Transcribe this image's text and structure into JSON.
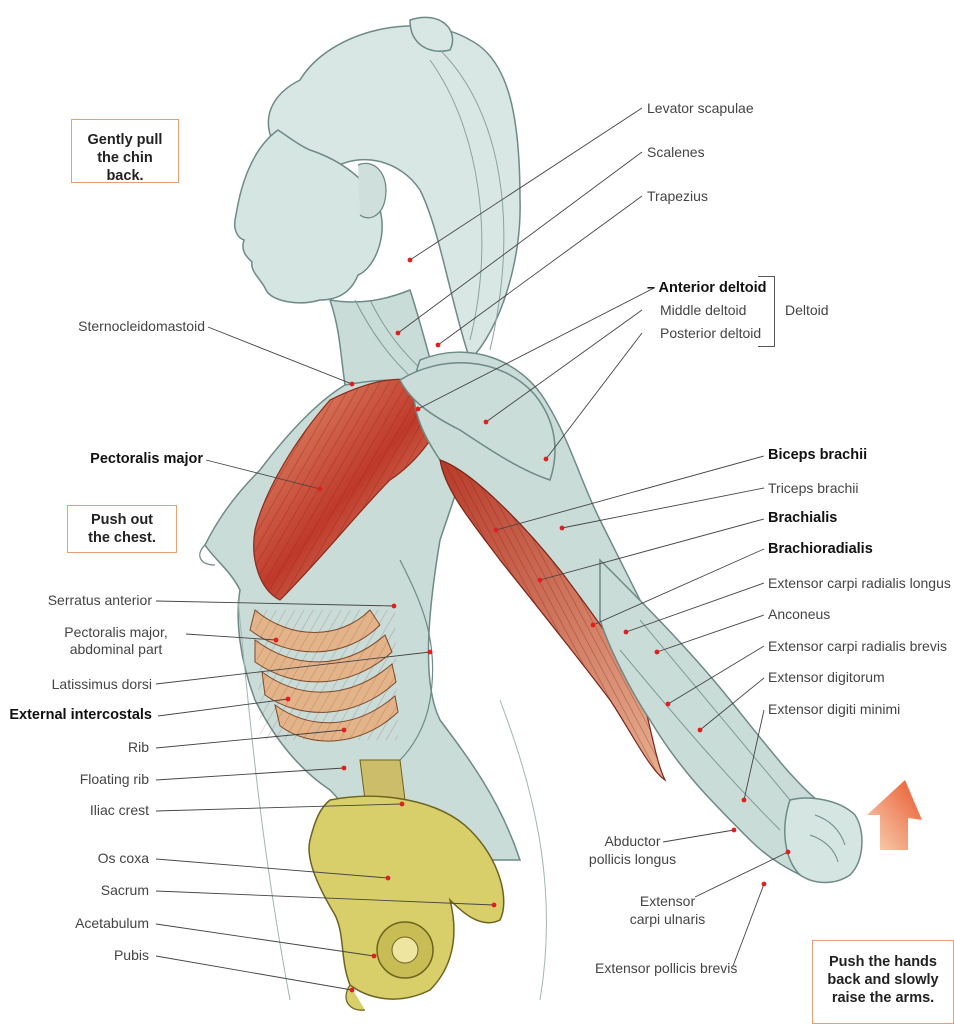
{
  "tips": {
    "chin": [
      "Gently pull",
      "the chin back."
    ],
    "chest": [
      "Push out",
      "the chest."
    ],
    "hands": [
      "Push the hands",
      "back and slowly",
      "raise the arms."
    ]
  },
  "labels": {
    "levator_scapulae": "Levator scapulae",
    "scalenes": "Scalenes",
    "trapezius": "Trapezius",
    "anterior_deltoid": "– Anterior deltoid",
    "middle_deltoid": "Middle deltoid",
    "posterior_deltoid": "Posterior deltoid",
    "deltoid": "Deltoid",
    "sternocleidomastoid": "Sternocleidomastoid",
    "pectoralis_major": "Pectoralis major",
    "biceps_brachii": "Biceps brachii",
    "triceps_brachii": "Triceps brachii",
    "brachialis": "Brachialis",
    "brachioradialis": "Brachioradialis",
    "ext_carpi_rad_longus": "Extensor carpi radialis longus",
    "anconeus": "Anconeus",
    "ext_carpi_rad_brevis": "Extensor carpi radialis brevis",
    "ext_digitorum": "Extensor digitorum",
    "ext_digiti_minimi": "Extensor digiti minimi",
    "serratus_anterior": "Serratus anterior",
    "pect_abdominal_1": "Pectoralis major,",
    "pect_abdominal_2": "abdominal part",
    "latissimus_dorsi": "Latissimus dorsi",
    "external_intercostals": "External intercostals",
    "rib": "Rib",
    "floating_rib": "Floating rib",
    "iliac_crest": "Iliac crest",
    "os_coxa": "Os coxa",
    "sacrum": "Sacrum",
    "acetabulum": "Acetabulum",
    "pubis": "Pubis",
    "abductor_1": "Abductor",
    "abductor_2": "pollicis longus",
    "ext_carpi_ulnaris_1": "Extensor",
    "ext_carpi_ulnaris_2": "carpi ulnaris",
    "ext_pollicis_brevis": "Extensor pollicis brevis"
  },
  "colors": {
    "skin": "#c9dcd8",
    "muscle_outline": "#6d8a86",
    "muscle_red": "#c0392b",
    "bone": "#d8cf6a",
    "leader": "#444444",
    "marker": "#e02020",
    "tip_border": "#e8a070",
    "arrow": "#e8572c"
  }
}
